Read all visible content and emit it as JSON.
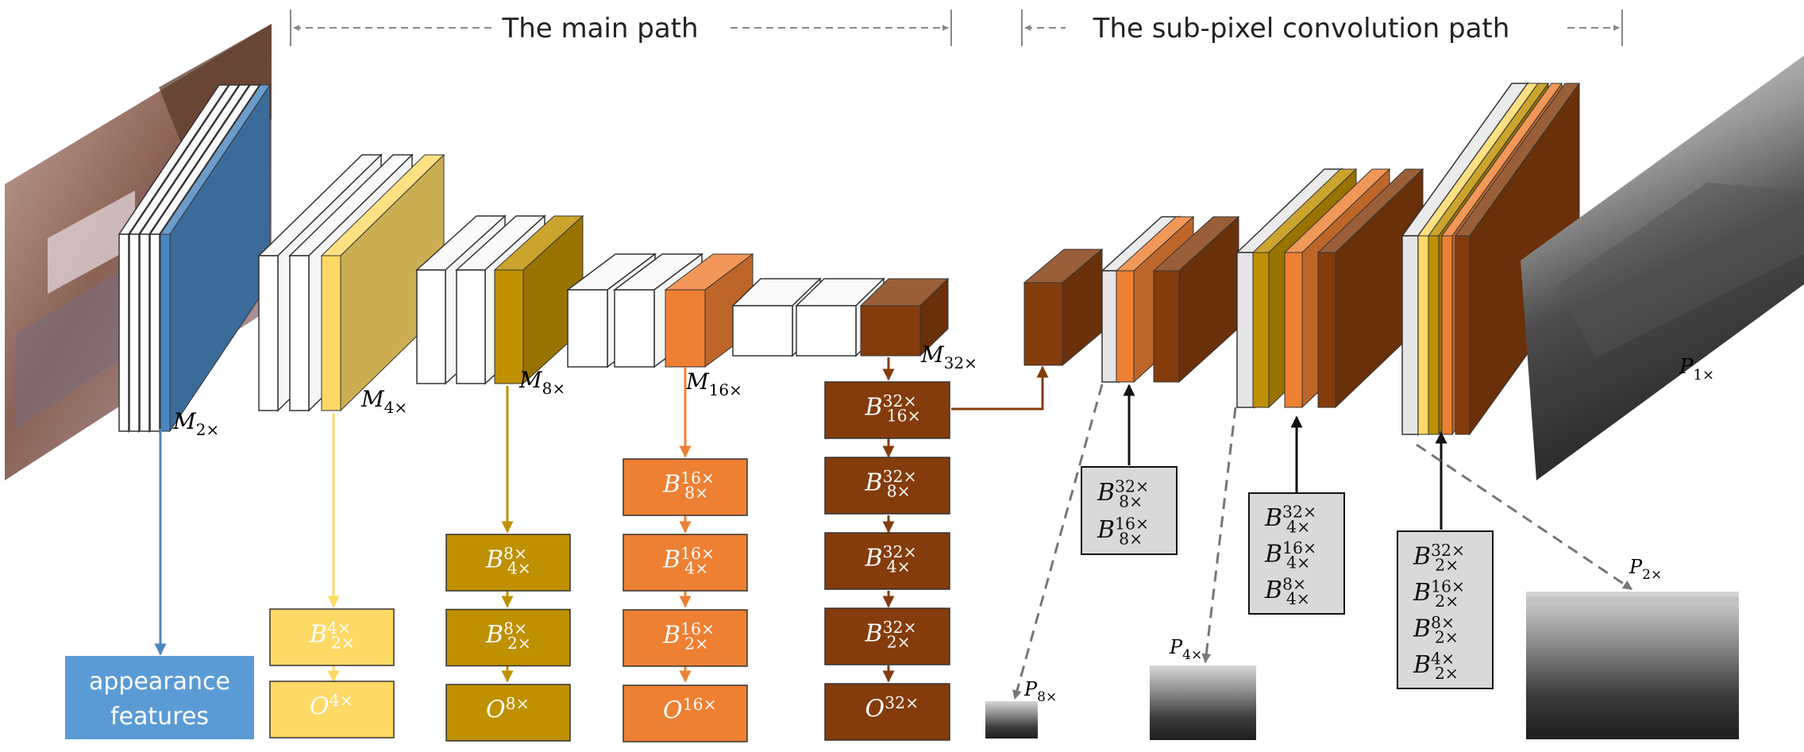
{
  "header": {
    "main_path": "The main path",
    "subpixel_path": "The sub-pixel convolution path"
  },
  "appearance_box": {
    "line1": "appearance",
    "line2": "features"
  },
  "colors": {
    "blue": "#4a86c0",
    "yellow": "#ffd966",
    "gold": "#bf9000",
    "orange": "#ee8033",
    "brown": "#843c0c",
    "gray_box": "#d9d9d9"
  },
  "feature_labels": {
    "m2": {
      "base": "M",
      "sub": "2×"
    },
    "m4": {
      "base": "M",
      "sub": "4×"
    },
    "m8": {
      "base": "M",
      "sub": "8×"
    },
    "m16": {
      "base": "M",
      "sub": "16×"
    },
    "m32": {
      "base": "M",
      "sub": "32×"
    }
  },
  "prediction_labels": {
    "p1": {
      "base": "P",
      "sub": "1×"
    },
    "p2": {
      "base": "P",
      "sub": "2×"
    },
    "p4": {
      "base": "P",
      "sub": "4×"
    },
    "p8": {
      "base": "P",
      "sub": "8×"
    }
  },
  "columns": {
    "col4": [
      {
        "base": "B",
        "sup": "4×",
        "sub": "2×"
      },
      {
        "base": "O",
        "sup": "4×",
        "sub": ""
      }
    ],
    "col8": [
      {
        "base": "B",
        "sup": "8×",
        "sub": "4×"
      },
      {
        "base": "B",
        "sup": "8×",
        "sub": "2×"
      },
      {
        "base": "O",
        "sup": "8×",
        "sub": ""
      }
    ],
    "col16": [
      {
        "base": "B",
        "sup": "16×",
        "sub": "8×"
      },
      {
        "base": "B",
        "sup": "16×",
        "sub": "4×"
      },
      {
        "base": "B",
        "sup": "16×",
        "sub": "2×"
      },
      {
        "base": "O",
        "sup": "16×",
        "sub": ""
      }
    ],
    "col32": [
      {
        "base": "B",
        "sup": "32×",
        "sub": "16×"
      },
      {
        "base": "B",
        "sup": "32×",
        "sub": "8×"
      },
      {
        "base": "B",
        "sup": "32×",
        "sub": "4×"
      },
      {
        "base": "B",
        "sup": "32×",
        "sub": "2×"
      },
      {
        "base": "O",
        "sup": "32×",
        "sub": ""
      }
    ]
  },
  "gray_boxes": {
    "box8": [
      {
        "base": "B",
        "sup": "32×",
        "sub": "8×"
      },
      {
        "base": "B",
        "sup": "16×",
        "sub": "8×"
      }
    ],
    "box4": [
      {
        "base": "B",
        "sup": "32×",
        "sub": "4×"
      },
      {
        "base": "B",
        "sup": "16×",
        "sub": "4×"
      },
      {
        "base": "B",
        "sup": "8×",
        "sub": "4×"
      }
    ],
    "box2": [
      {
        "base": "B",
        "sup": "32×",
        "sub": "2×"
      },
      {
        "base": "B",
        "sup": "16×",
        "sub": "2×"
      },
      {
        "base": "B",
        "sup": "8×",
        "sub": "2×"
      },
      {
        "base": "B",
        "sup": "4×",
        "sub": "2×"
      }
    ]
  }
}
